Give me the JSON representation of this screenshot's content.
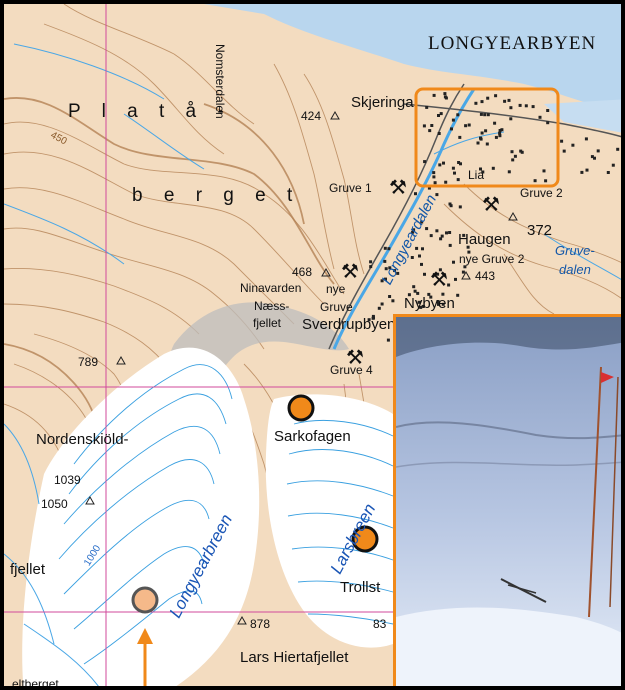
{
  "labels": {
    "town": "LONGYEARBYEN",
    "plata": "P l a t å -",
    "berget": "b e r g e t",
    "omsterdalen": "Nomsterdalen",
    "skjeringa": "Skjeringa",
    "h424": "424",
    "gruve1": "Gruve 1",
    "gruve2": "Gruve 2",
    "gruve4": "Gruve 4",
    "nye_gruve": "nye",
    "nye_gruve_b": "Gruve",
    "nye_gruve2": "nye Gruve 2",
    "haugen": "Haugen",
    "h372": "372",
    "h443": "443",
    "h468": "468",
    "gruvedalen_a": "Gruve-",
    "gruvedalen_b": "dalen",
    "nybyen": "Nybyen",
    "sverdrupbyen": "Sverdrupbyen",
    "ninavarden": "Ninavarden",
    "naess_a": "Næss-",
    "naess_b": "fjellet",
    "lia": "Lia",
    "longyeardalen": "Longyeardalen",
    "h789": "789",
    "nordenskiold": "Nordenskiöld-",
    "h1039": "1039",
    "h1050": "1050",
    "fjellet": "fjellet",
    "sarkofagen": "Sarkofagen",
    "longyearbreen": "Longyearbreen",
    "larsbreen": "Larsbreen",
    "trollsteinen": "Trollst",
    "h878": "878",
    "h83x": "83",
    "lars_hiertafjellet": "Lars Hiertafjellet",
    "eltberget": "eltberget",
    "c450": "450",
    "c1000": "1000"
  },
  "colors": {
    "terrain": "#f3dcc0",
    "contour": "#b07c4e",
    "glacier": "#ffffff",
    "glacier_contour": "#3aa0e0",
    "water": "#b9d6ee",
    "marker": "#f0891a",
    "marker_light": "#f5b98a",
    "grid": "#d04a9b"
  },
  "markers": [
    {
      "name": "Sarkofagen",
      "style": "orange"
    },
    {
      "name": "Larsbreen",
      "style": "orange"
    },
    {
      "name": "Longyearbreen",
      "style": "light-orange"
    }
  ],
  "inset_photo": {
    "subject": "snow-field-with-pole"
  }
}
